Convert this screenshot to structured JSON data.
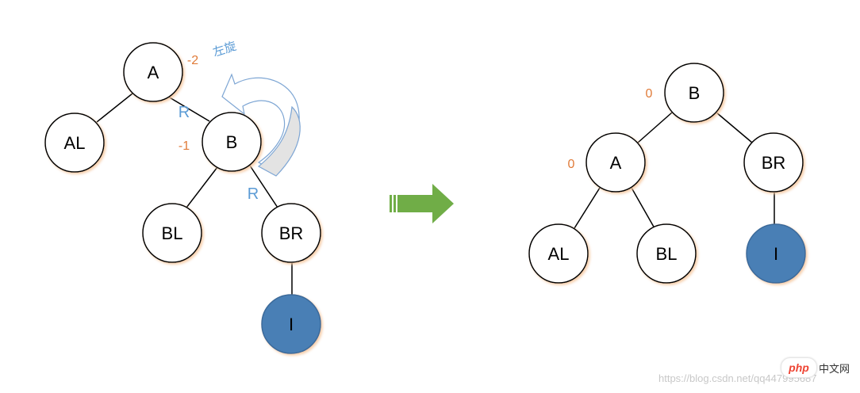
{
  "before": {
    "nodes": {
      "A": "A",
      "AL": "AL",
      "B": "B",
      "BL": "BL",
      "BR": "BR",
      "I": "I"
    },
    "balance_A": "-2",
    "balance_B": "-1",
    "edge_label_AB": "R",
    "edge_label_BBR": "R",
    "rotation_label": "左旋"
  },
  "after": {
    "nodes": {
      "B": "B",
      "A": "A",
      "BR": "BR",
      "AL": "AL",
      "BL": "BL",
      "I": "I"
    },
    "balance_B": "0",
    "balance_A": "0"
  },
  "watermark": "https://blog.csdn.net/qq447995687",
  "badge": {
    "logo": "php",
    "text": "中文网"
  },
  "colors": {
    "node_fill": "#ffffff",
    "highlight_fill": "#4a7fb5",
    "balance": "#e07b39",
    "edge_label": "#5b9bd5",
    "arrow_green": "#70ad47"
  }
}
